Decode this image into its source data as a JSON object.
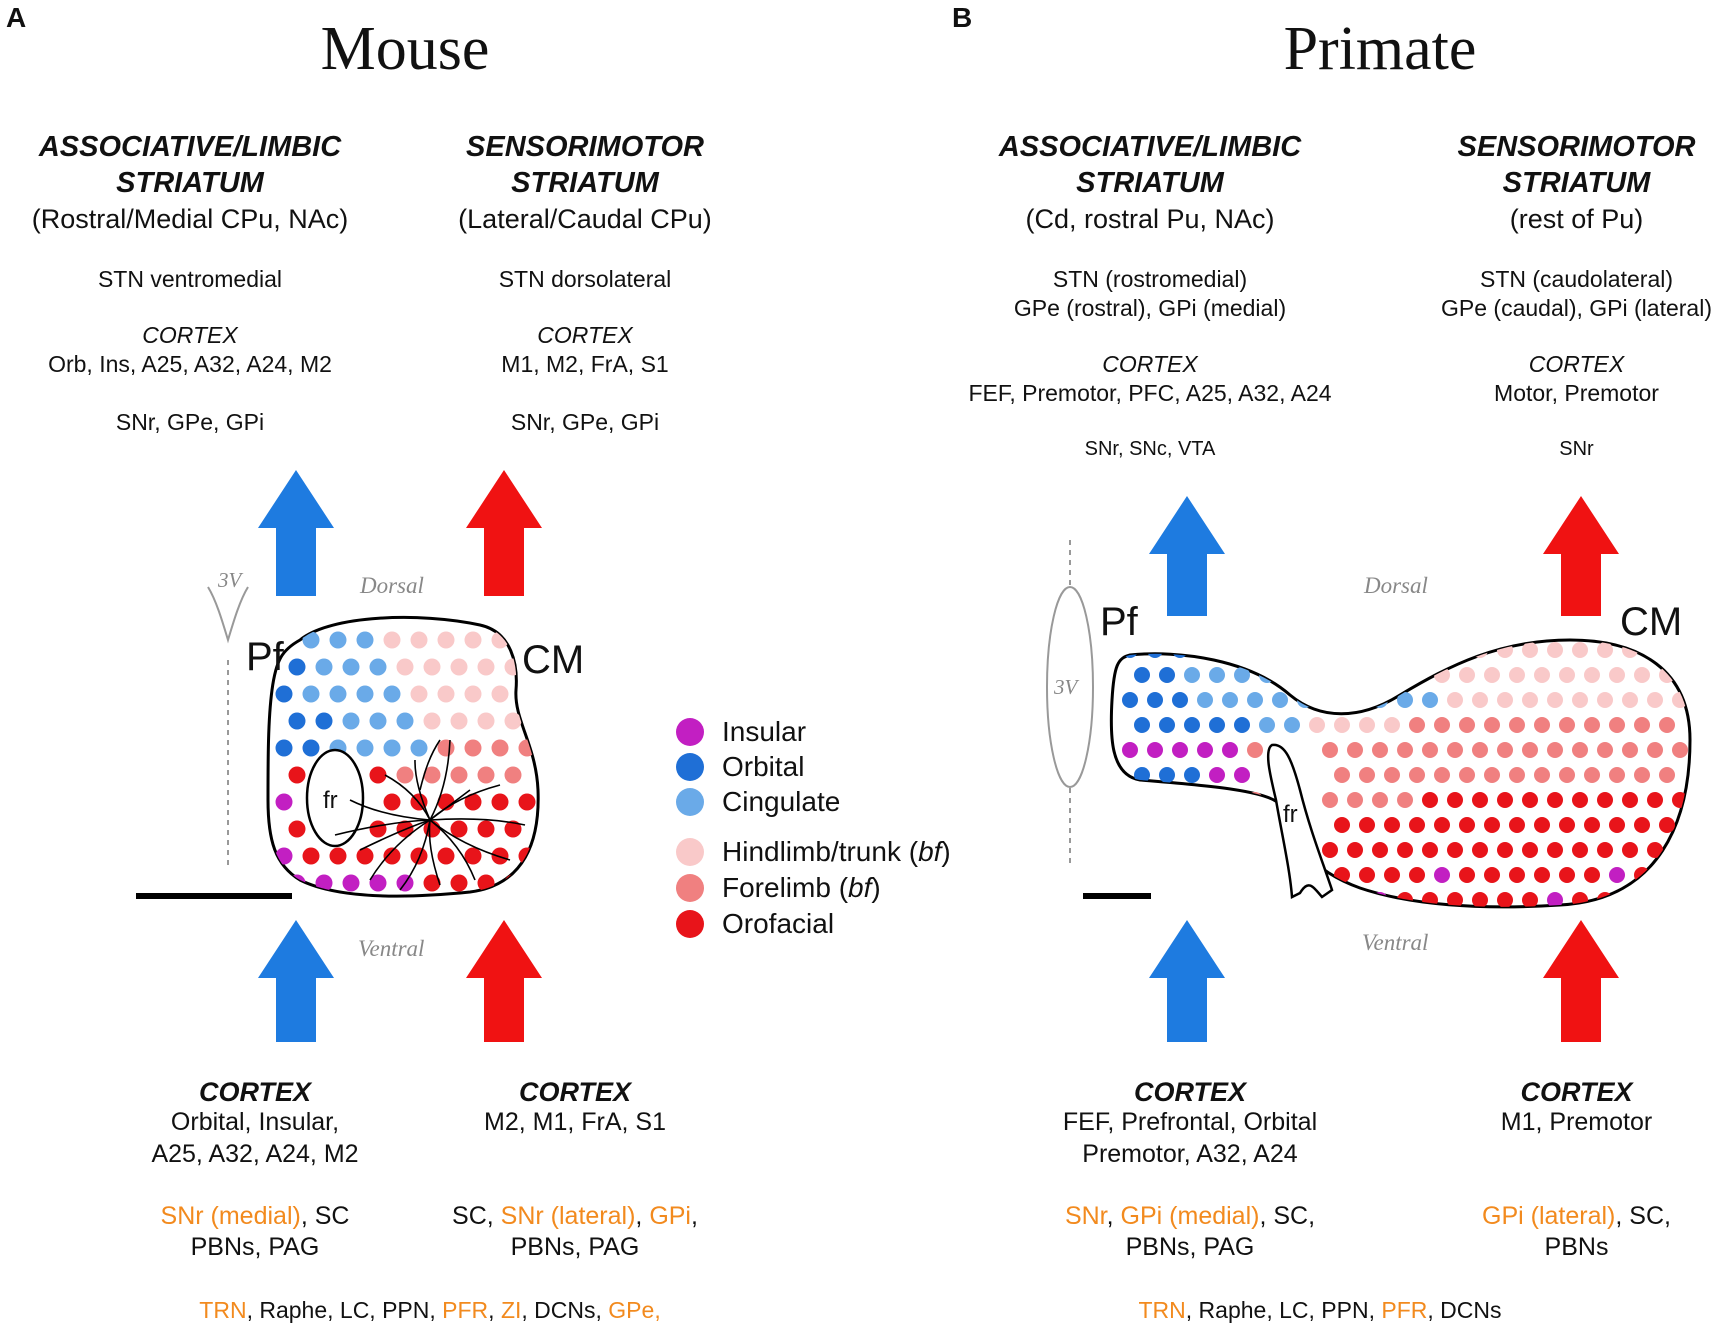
{
  "panelA": {
    "letter": "A",
    "species": "Mouse",
    "left": {
      "head1": "ASSOCIATIVE/LIMBIC",
      "head2": "STRIATUM",
      "sub": "(Rostral/Medial CPu, NAc)",
      "stn": "STN ventromedial",
      "cortex_label": "CORTEX",
      "cortex": "Orb, Ins, A25, A32, A24, M2",
      "bg": "SNr, GPe, GPi"
    },
    "right": {
      "head1": "SENSORIMOTOR",
      "head2": "STRIATUM",
      "sub": "(Lateral/Caudal CPu)",
      "stn": "STN dorsolateral",
      "cortex_label": "CORTEX",
      "cortex": "M1, M2, FrA, S1",
      "bg": "SNr, GPe, GPi"
    },
    "dorsal": "Dorsal",
    "ventral": "Ventral",
    "ventricle": "3V",
    "fr": "fr",
    "pf": "Pf",
    "cm": "CM",
    "input_left": {
      "cortex_label": "CORTEX",
      "line1": "Orbital, Insular,",
      "line2": "A25, A32, A24, M2",
      "line3a": "SNr (medial)",
      "line3b": ", SC",
      "line4": "PBNs, PAG"
    },
    "input_right": {
      "cortex_label": "CORTEX",
      "line1": "M2, M1, FrA, S1",
      "line3a": "SC, ",
      "line3b": "SNr (lateral)",
      "line3c": ", ",
      "line3d": "GPi",
      "line3e": ",",
      "line4": "PBNs, PAG"
    },
    "bottom": {
      "t1": "TRN",
      "t2": ", Raphe, LC, PPN, ",
      "t3": "PFR",
      "t4": ", ",
      "t5": "ZI",
      "t6": ", DCNs, ",
      "t7": "GPe",
      "t8": ","
    }
  },
  "panelB": {
    "letter": "B",
    "species": "Primate",
    "left": {
      "head1": "ASSOCIATIVE/LIMBIC",
      "head2": "STRIATUM",
      "sub": "(Cd, rostral Pu, NAc)",
      "stn1": "STN (rostromedial)",
      "stn2": "GPe (rostral), GPi (medial)",
      "cortex_label": "CORTEX",
      "cortex": "FEF, Premotor, PFC, A25, A32, A24",
      "bg": "SNr, SNc, VTA"
    },
    "right": {
      "head1": "SENSORIMOTOR",
      "head2": "STRIATUM",
      "sub": "(rest of Pu)",
      "stn1": "STN (caudolateral)",
      "stn2": "GPe (caudal), GPi (lateral)",
      "cortex_label": "CORTEX",
      "cortex": "Motor, Premotor",
      "bg": "SNr"
    },
    "dorsal": "Dorsal",
    "ventral": "Ventral",
    "ventricle": "3V",
    "fr": "fr",
    "pf": "Pf",
    "cm": "CM",
    "input_left": {
      "cortex_label": "CORTEX",
      "line1": "FEF, Prefrontal, Orbital",
      "line2": "Premotor, A32, A24",
      "line3a": "SNr",
      "line3b": ", ",
      "line3c": "GPi (medial)",
      "line3d": ", SC,",
      "line4": "PBNs, PAG"
    },
    "input_right": {
      "cortex_label": "CORTEX",
      "line1": "M1, Premotor",
      "line3a": "GPi (lateral)",
      "line3b": ", SC,",
      "line4": "PBNs"
    },
    "bottom": {
      "t1": "TRN",
      "t2": ", Raphe, LC, PPN, ",
      "t3": "PFR",
      "t4": ", DCNs"
    }
  },
  "legend": [
    {
      "label": "Insular",
      "color": "#c21fc2"
    },
    {
      "label": "Orbital",
      "color": "#1f6fd6"
    },
    {
      "label": "Cingulate",
      "color": "#6aaae8"
    },
    {
      "label_a": "Hindlimb/trunk (",
      "label_i": "bf",
      "label_b": ")",
      "color": "#f9c9c9"
    },
    {
      "label_a": "Forelimb (",
      "label_i": "bf",
      "label_b": ")",
      "color": "#f08080"
    },
    {
      "label": "Orofacial",
      "color": "#e8141a"
    }
  ],
  "colors": {
    "associative_arrow": "#1e7be0",
    "sensorimotor_arrow": "#f01212",
    "orange_text": "#f28a1e"
  }
}
